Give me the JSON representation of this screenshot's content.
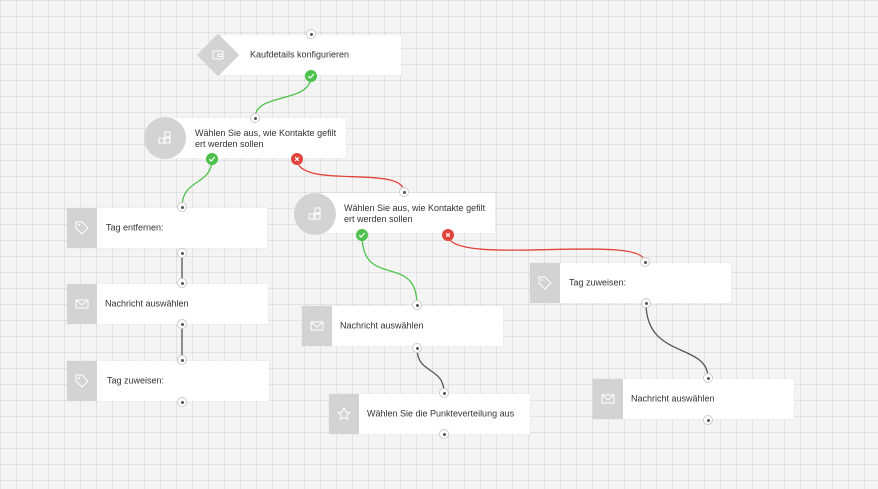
{
  "colors": {
    "yes": "#4cc14c",
    "no": "#e2433b",
    "neutral": "#555555",
    "icon_bg": "#d3d3d3"
  },
  "nodes": [
    {
      "id": "n1",
      "label": "Kaufdetails konfigurieren",
      "icon": "wallet-icon",
      "shape": "diamond"
    },
    {
      "id": "n2",
      "label": "Wählen Sie aus, wie Kontakte gefilt ert werden sollen",
      "icon": "filter-icon",
      "shape": "circle"
    },
    {
      "id": "n3",
      "label": "Tag entfernen:",
      "icon": "tag-icon",
      "shape": "square"
    },
    {
      "id": "n4",
      "label": "Nachricht auswählen",
      "icon": "envelope-icon",
      "shape": "square"
    },
    {
      "id": "n5",
      "label": "Tag zuweisen:",
      "icon": "tag-icon",
      "shape": "square"
    },
    {
      "id": "n6",
      "label": "Wählen Sie aus, wie Kontakte gefilt ert werden sollen",
      "icon": "filter-icon",
      "shape": "circle"
    },
    {
      "id": "n7",
      "label": "Nachricht auswählen",
      "icon": "envelope-icon",
      "shape": "square"
    },
    {
      "id": "n8",
      "label": "Wählen Sie die Punkteverteilung aus",
      "icon": "star-icon",
      "shape": "square"
    },
    {
      "id": "n9",
      "label": "Tag zuweisen:",
      "icon": "tag-icon",
      "shape": "square"
    },
    {
      "id": "n10",
      "label": "Nachricht auswählen",
      "icon": "envelope-icon",
      "shape": "square"
    }
  ],
  "edges": [
    {
      "from": "n1",
      "to": "n2",
      "kind": "yes"
    },
    {
      "from": "n2",
      "to": "n3",
      "kind": "yes"
    },
    {
      "from": "n2",
      "to": "n6",
      "kind": "no"
    },
    {
      "from": "n3",
      "to": "n4",
      "kind": "neutral"
    },
    {
      "from": "n4",
      "to": "n5",
      "kind": "neutral"
    },
    {
      "from": "n6",
      "to": "n7",
      "kind": "yes"
    },
    {
      "from": "n6",
      "to": "n9",
      "kind": "no"
    },
    {
      "from": "n7",
      "to": "n8",
      "kind": "neutral"
    },
    {
      "from": "n9",
      "to": "n10",
      "kind": "neutral"
    }
  ]
}
